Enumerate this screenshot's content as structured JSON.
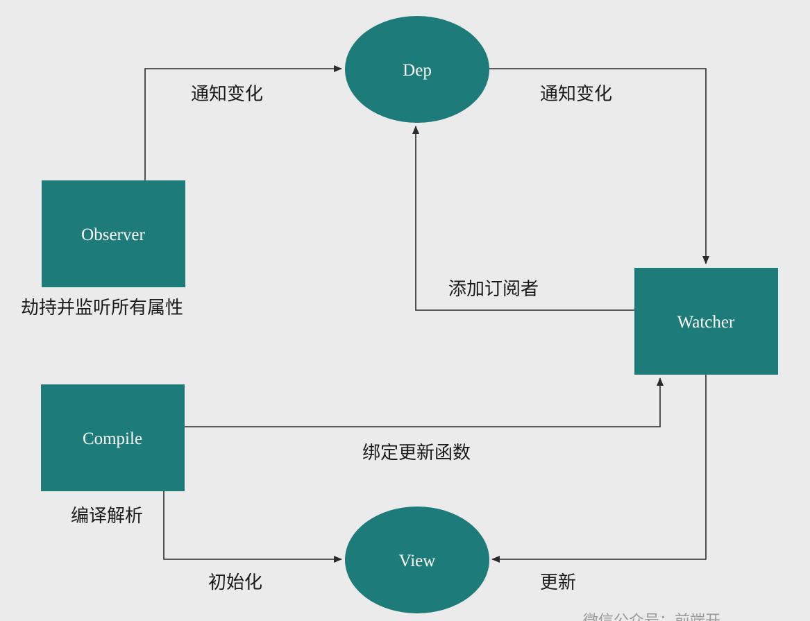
{
  "nodes": {
    "dep": "Dep",
    "observer": "Observer",
    "watcher": "Watcher",
    "compile": "Compile",
    "view": "View"
  },
  "captions": {
    "observer": "劫持并监听所有属性",
    "compile": "编译解析"
  },
  "edges": {
    "observer_to_dep": "通知变化",
    "dep_to_watcher": "通知变化",
    "watcher_to_dep": "添加订阅者",
    "compile_to_watcher": "绑定更新函数",
    "compile_to_view": "初始化",
    "watcher_to_view": "更新"
  },
  "watermark": "微信公众号：前端开",
  "colors": {
    "node_fill": "#1d7c7a",
    "background": "#ebebeb",
    "line": "#2b2b2b"
  }
}
